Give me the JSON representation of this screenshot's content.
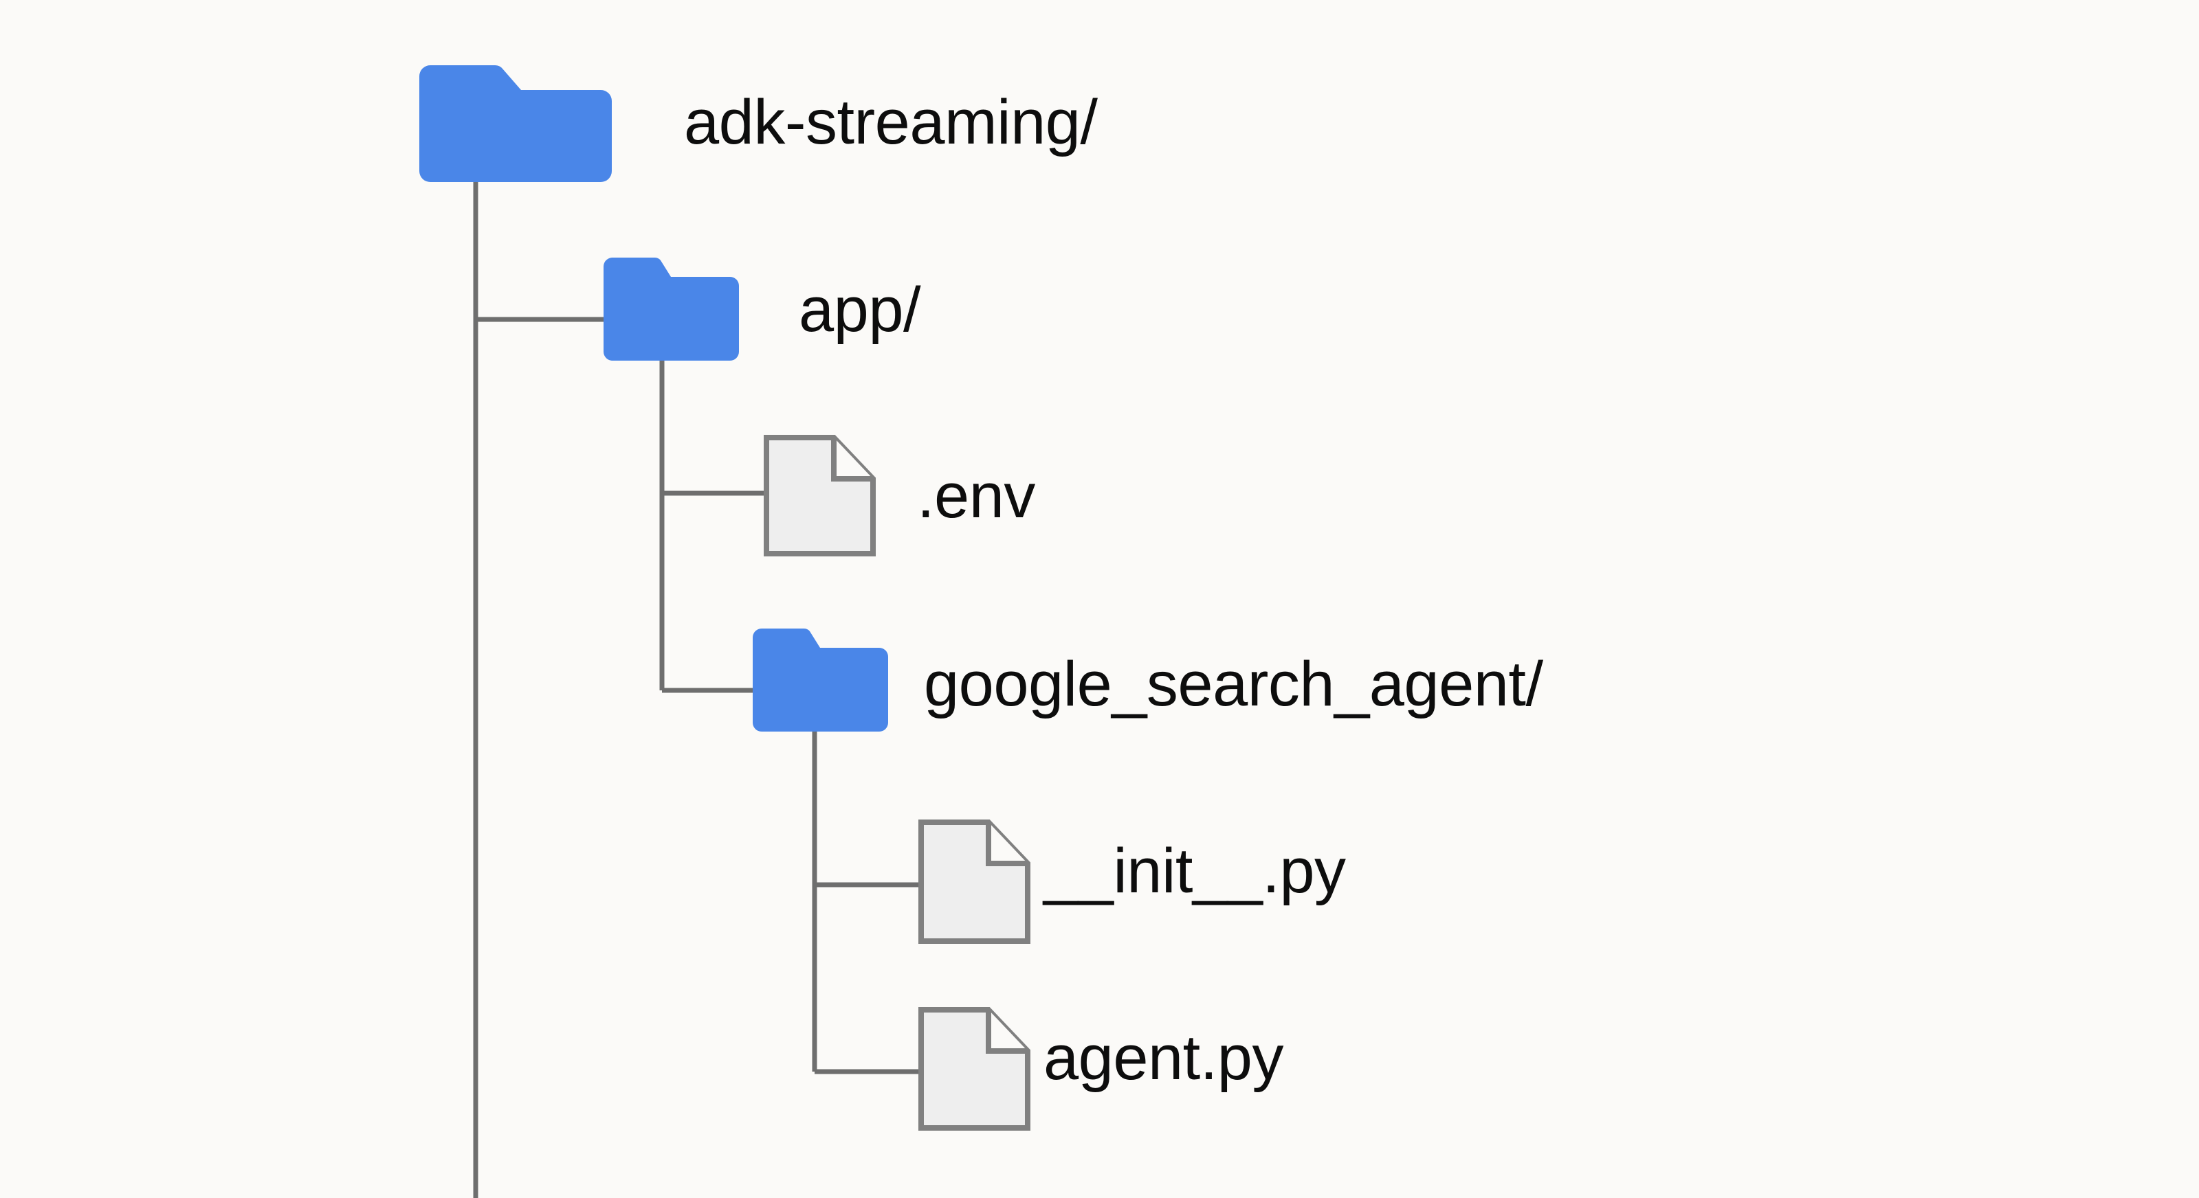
{
  "diagram": {
    "type": "file-tree",
    "title": "adk-streaming project structure",
    "background_color": "#fbfaf8",
    "folder_color": "#4a86e8",
    "file_fill_color": "#eeeeee",
    "file_stroke_color": "#808080",
    "connector_color": "#6e6e6e",
    "text_color": "#0d0d0d"
  },
  "nodes": {
    "root": {
      "label": "adk-streaming/",
      "kind": "folder",
      "depth": 0
    },
    "app": {
      "label": "app/",
      "kind": "folder",
      "depth": 1
    },
    "env": {
      "label": ".env",
      "kind": "file",
      "depth": 2
    },
    "google_search_agent": {
      "label": "google_search_agent/",
      "kind": "folder",
      "depth": 2
    },
    "init_py": {
      "label": "__init__.py",
      "kind": "file",
      "depth": 3
    },
    "agent_py": {
      "label": "agent.py",
      "kind": "file",
      "depth": 3
    }
  },
  "icons": {
    "root": "folder-icon",
    "app": "folder-icon",
    "env": "file-icon",
    "google_search_agent": "folder-icon",
    "init_py": "file-icon",
    "agent_py": "file-icon"
  }
}
